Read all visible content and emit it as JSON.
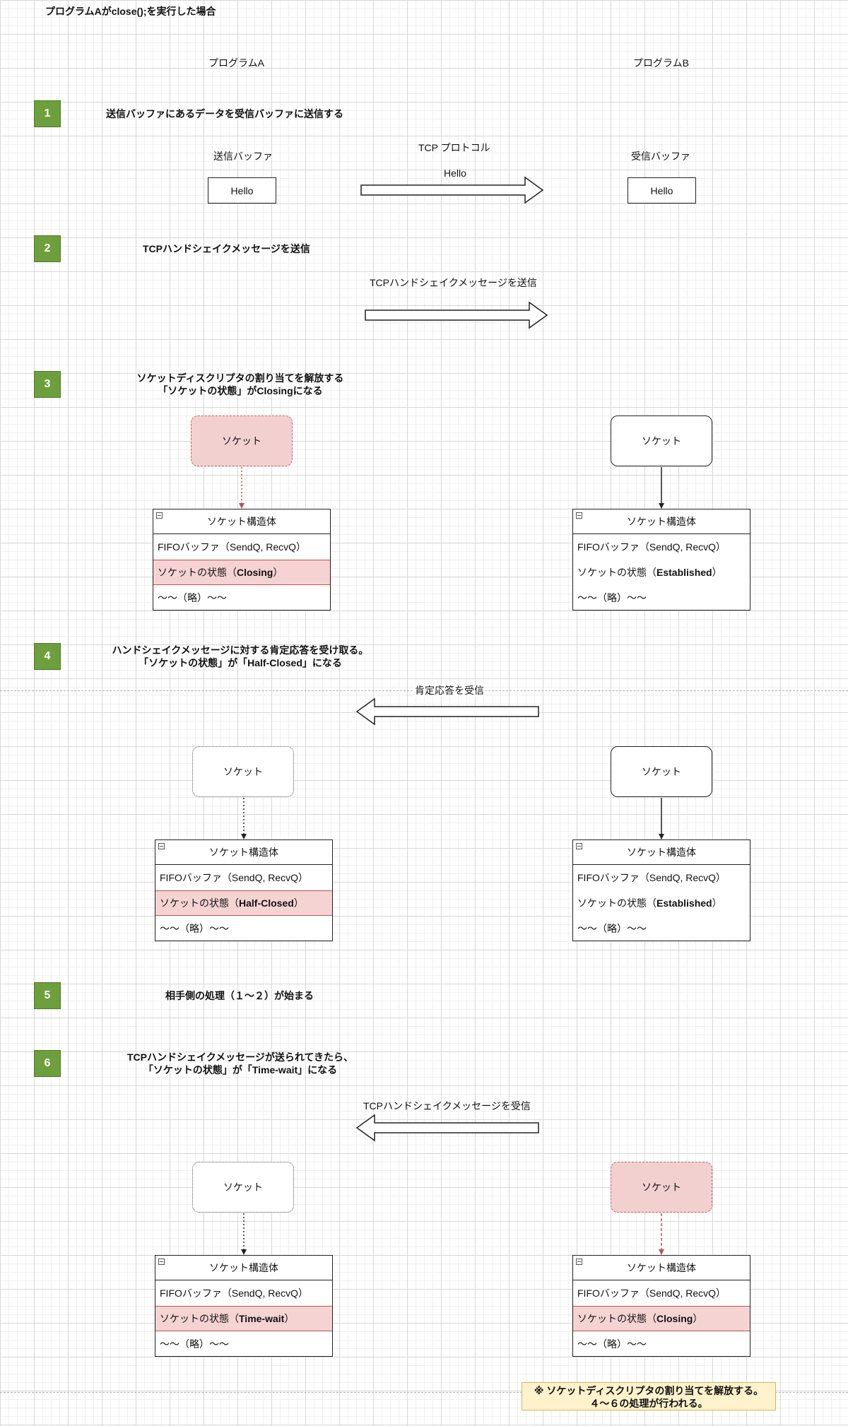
{
  "title": "プログラムAがclose();を実行した場合",
  "program_a": "プログラムA",
  "program_b": "プログラムB",
  "socket_label": "ソケット",
  "struct": {
    "header": "ソケット構造体",
    "fifo": "FIFOバッファ（SendQ, RecvQ）",
    "omitted": "〜〜（略）〜〜",
    "state_prefix": "ソケットの状態（",
    "state_suffix": "）"
  },
  "steps": [
    {
      "num": "1",
      "text": "送信バッファにあるデータを受信バッファに送信する"
    },
    {
      "num": "2",
      "text": "TCPハンドシェイクメッセージを送信"
    },
    {
      "num": "3",
      "line1": "ソケットディスクリプタの割り当てを解放する",
      "line2": "「ソケットの状態」がClosingになる"
    },
    {
      "num": "4",
      "line1": "ハンドシェイクメッセージに対する肯定応答を受け取る。",
      "line2": "「ソケットの状態」が「Half-Closed」になる"
    },
    {
      "num": "5",
      "text": "相手側の処理（１〜２）が始まる"
    },
    {
      "num": "6",
      "line1": "TCPハンドシェイクメッセージが送られてきたら、",
      "line2": "「ソケットの状態」が「Time-wait」になる"
    }
  ],
  "step1": {
    "send_buffer": "送信バッファ",
    "recv_buffer": "受信バッファ",
    "protocol": "TCP プロトコル",
    "message": "Hello",
    "send_value": "Hello",
    "recv_value": "Hello"
  },
  "step2": {
    "arrow_label": "TCPハンドシェイクメッセージを送信"
  },
  "step3": {
    "a_state": "Closing",
    "b_state": "Established"
  },
  "step4": {
    "arrow_label": "肯定応答を受信",
    "a_state": "Half-Closed",
    "b_state": "Established"
  },
  "step6": {
    "arrow_label": "TCPハンドシェイクメッセージを受信",
    "a_state": "Time-wait",
    "b_state": "Closing"
  },
  "note": {
    "line1": "※ ソケットディスクリプタの割り当てを解放する。",
    "line2": "４〜６の処理が行われる。"
  },
  "colors": {
    "badge": "#6d9f3c",
    "highlight": "#f5d3d3",
    "highlight_border": "#c05050",
    "note_bg": "#fff2cc"
  }
}
